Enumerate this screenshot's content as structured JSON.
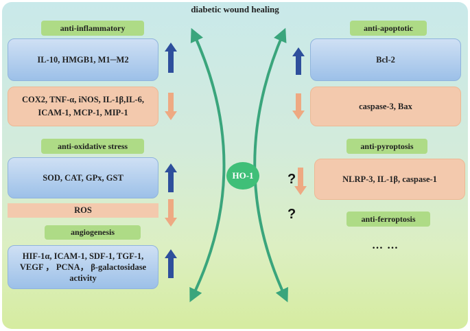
{
  "title": "diabetic wound healing",
  "center": "HO-1",
  "left": {
    "label_inflammatory": "anti-inflammatory",
    "box1_line1": "IL-10, HMGB1, M1─M2",
    "box2_line1": "COX2, TNF-α, iNOS, IL-1β,IL-6,",
    "box2_line2": "ICAM-1, MCP-1, MIP-1",
    "label_oxidative": "anti-oxidative stress",
    "box3_line1": "SOD, CAT, GPx, GST",
    "box4_line1": "ROS",
    "label_angiogenesis": "angiogenesis",
    "box5_line1": "HIF-1α, ICAM-1, SDF-1, TGF-1,",
    "box5_line2": "VEGF ， PCNA， β-galactosidase",
    "box5_line3": "activity"
  },
  "right": {
    "label_apoptotic": "anti-apoptotic",
    "box1_line1": "Bcl-2",
    "box2_line1": "caspase-3, Bax",
    "label_pyroptosis": "anti-pyroptosis",
    "box3_line1": "NLRP-3, IL-1β, caspase-1",
    "label_ferroptosis": "anti-ferroptosis",
    "question1": "?",
    "question2": "?",
    "ellipsis": "… …"
  },
  "colors": {
    "up_arrow": "#2e4f9c",
    "down_arrow": "#eea982",
    "curve": "#3aa57c",
    "label_bg": "#aedb86",
    "blue_box": "#9cc0e8",
    "peach_box": "#f3c9ad"
  },
  "icons": {
    "up": "up-arrow-icon",
    "down": "down-arrow-icon",
    "curve": "double-headed-curved-arrow-icon"
  }
}
